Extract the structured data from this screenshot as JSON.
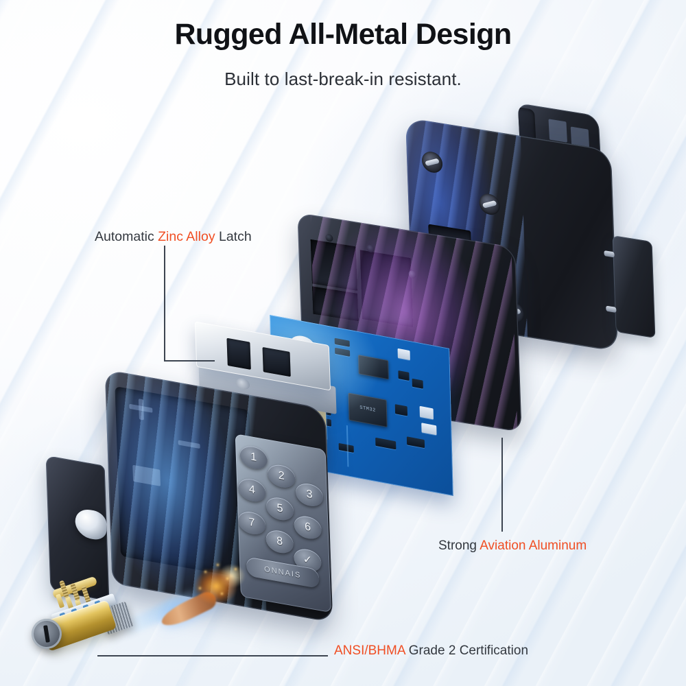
{
  "header": {
    "title": "Rugged All-Metal Design",
    "subtitle": "Built to last-break-in resistant."
  },
  "colors": {
    "accent_orange": "#F04E23",
    "text_dark": "#101216",
    "text_body": "#33383F",
    "pcb_blue": "#1670C8",
    "brass_gold": "#C9A43C",
    "background_light": "#F2F6FB"
  },
  "callouts": [
    {
      "id": "zinc-alloy-latch",
      "prefix": "Automatic ",
      "highlight": "Zinc Alloy",
      "suffix": " Latch"
    },
    {
      "id": "aviation-aluminum",
      "prefix": "Strong ",
      "highlight": "Aviation Aluminum",
      "suffix": ""
    },
    {
      "id": "ansi-bhma",
      "prefix": "",
      "highlight": "ANSI/BHMA",
      "suffix": " Grade 2 Certification"
    }
  ],
  "product": {
    "brand_mark": "ONNAIS",
    "keypad": {
      "keys": [
        "1",
        "2",
        "3",
        "4",
        "5",
        "6",
        "7",
        "8"
      ],
      "confirm_key": "✓"
    },
    "chip_label": "STM32",
    "parts": [
      {
        "name": "rear-plate",
        "material": "Aviation Aluminum"
      },
      {
        "name": "handle-latch",
        "material": "Zinc Alloy"
      },
      {
        "name": "side-bracket",
        "material": "Aviation Aluminum"
      },
      {
        "name": "middle-housing",
        "material": "Aviation Aluminum"
      },
      {
        "name": "circuit-board",
        "material": "PCB"
      },
      {
        "name": "ribbon-connector",
        "material": "Gold Plated"
      },
      {
        "name": "zinc-alloy-latch-bar",
        "material": "Zinc Alloy"
      },
      {
        "name": "front-housing-keypad",
        "material": "Aviation Aluminum"
      },
      {
        "name": "side-cover",
        "material": "Aviation Aluminum"
      },
      {
        "name": "lock-cylinder",
        "material": "Brass"
      },
      {
        "name": "bullet-impact-effect",
        "material": "Copper"
      }
    ]
  }
}
